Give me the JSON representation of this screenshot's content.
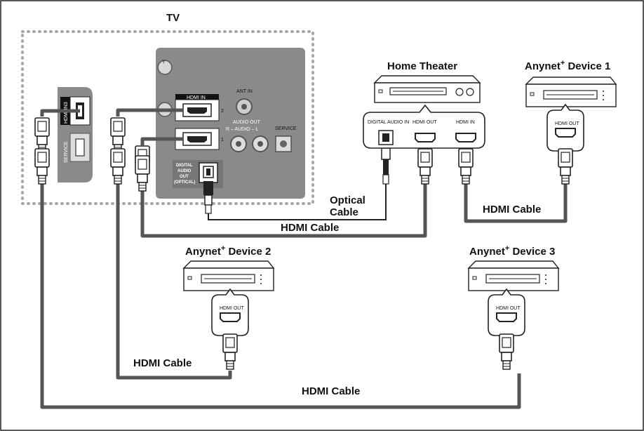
{
  "labels": {
    "tv": "TV",
    "home_theater": "Home Theater",
    "anynet_device_1": "Anynet",
    "anynet_device_2": "Anynet",
    "anynet_device_3": "Anynet",
    "superscript_plus": "+",
    "device_1_suffix": " Device 1",
    "device_2_suffix": " Device 2",
    "device_3_suffix": " Device 3",
    "optical_cable_line1": "Optical",
    "optical_cable_line2": "Cable",
    "hdmi_cable": "HDMI Cable"
  },
  "tv_panel": {
    "hdmi_in": "HDMI IN",
    "hdmi_in_3": "HDMI IN3",
    "service": "SERVICE",
    "ant_in": "ANT IN",
    "audio_out": "AUDIO OUT",
    "audio_out_channels": "R – AUDIO – L",
    "digital_audio_out_line1": "DIGITAL",
    "digital_audio_out_line2": "AUDIO",
    "digital_audio_out_line3": "OUT",
    "digital_audio_out_line4": "(OPTICAL)",
    "port_2": "2",
    "port_1": "1",
    "y_label": "Y"
  },
  "device_ports": {
    "digital_audio_in": "DIGITAL AUDIO IN",
    "hdmi_out": "HDMI OUT",
    "hdmi_in": "HDMI IN"
  },
  "colors": {
    "tv_outline": "#a8a8a8",
    "panel": "#8a8a8a",
    "cable": "#555555",
    "line": "#222222"
  }
}
